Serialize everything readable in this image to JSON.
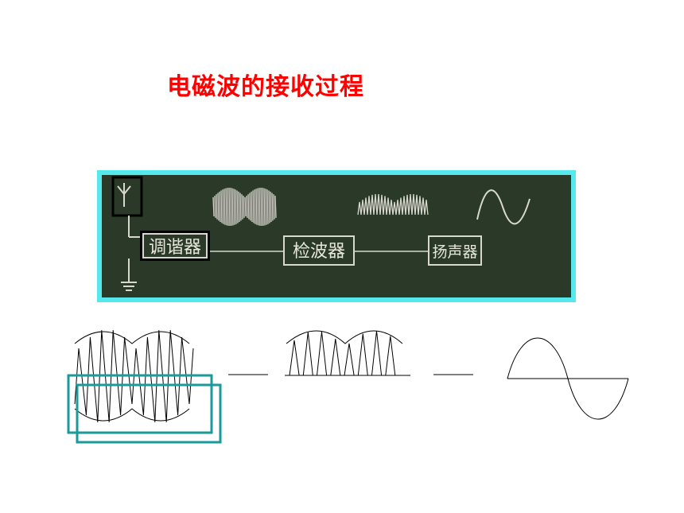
{
  "title": "电磁波的接收过程",
  "blocks": {
    "tuner": "调谐器",
    "detector": "检波器",
    "speaker": "扬声器"
  },
  "colors": {
    "title": "#ff0000",
    "frame": "#55e9ee",
    "board": "#2b3a28",
    "highlight": "#1a9a9a"
  }
}
